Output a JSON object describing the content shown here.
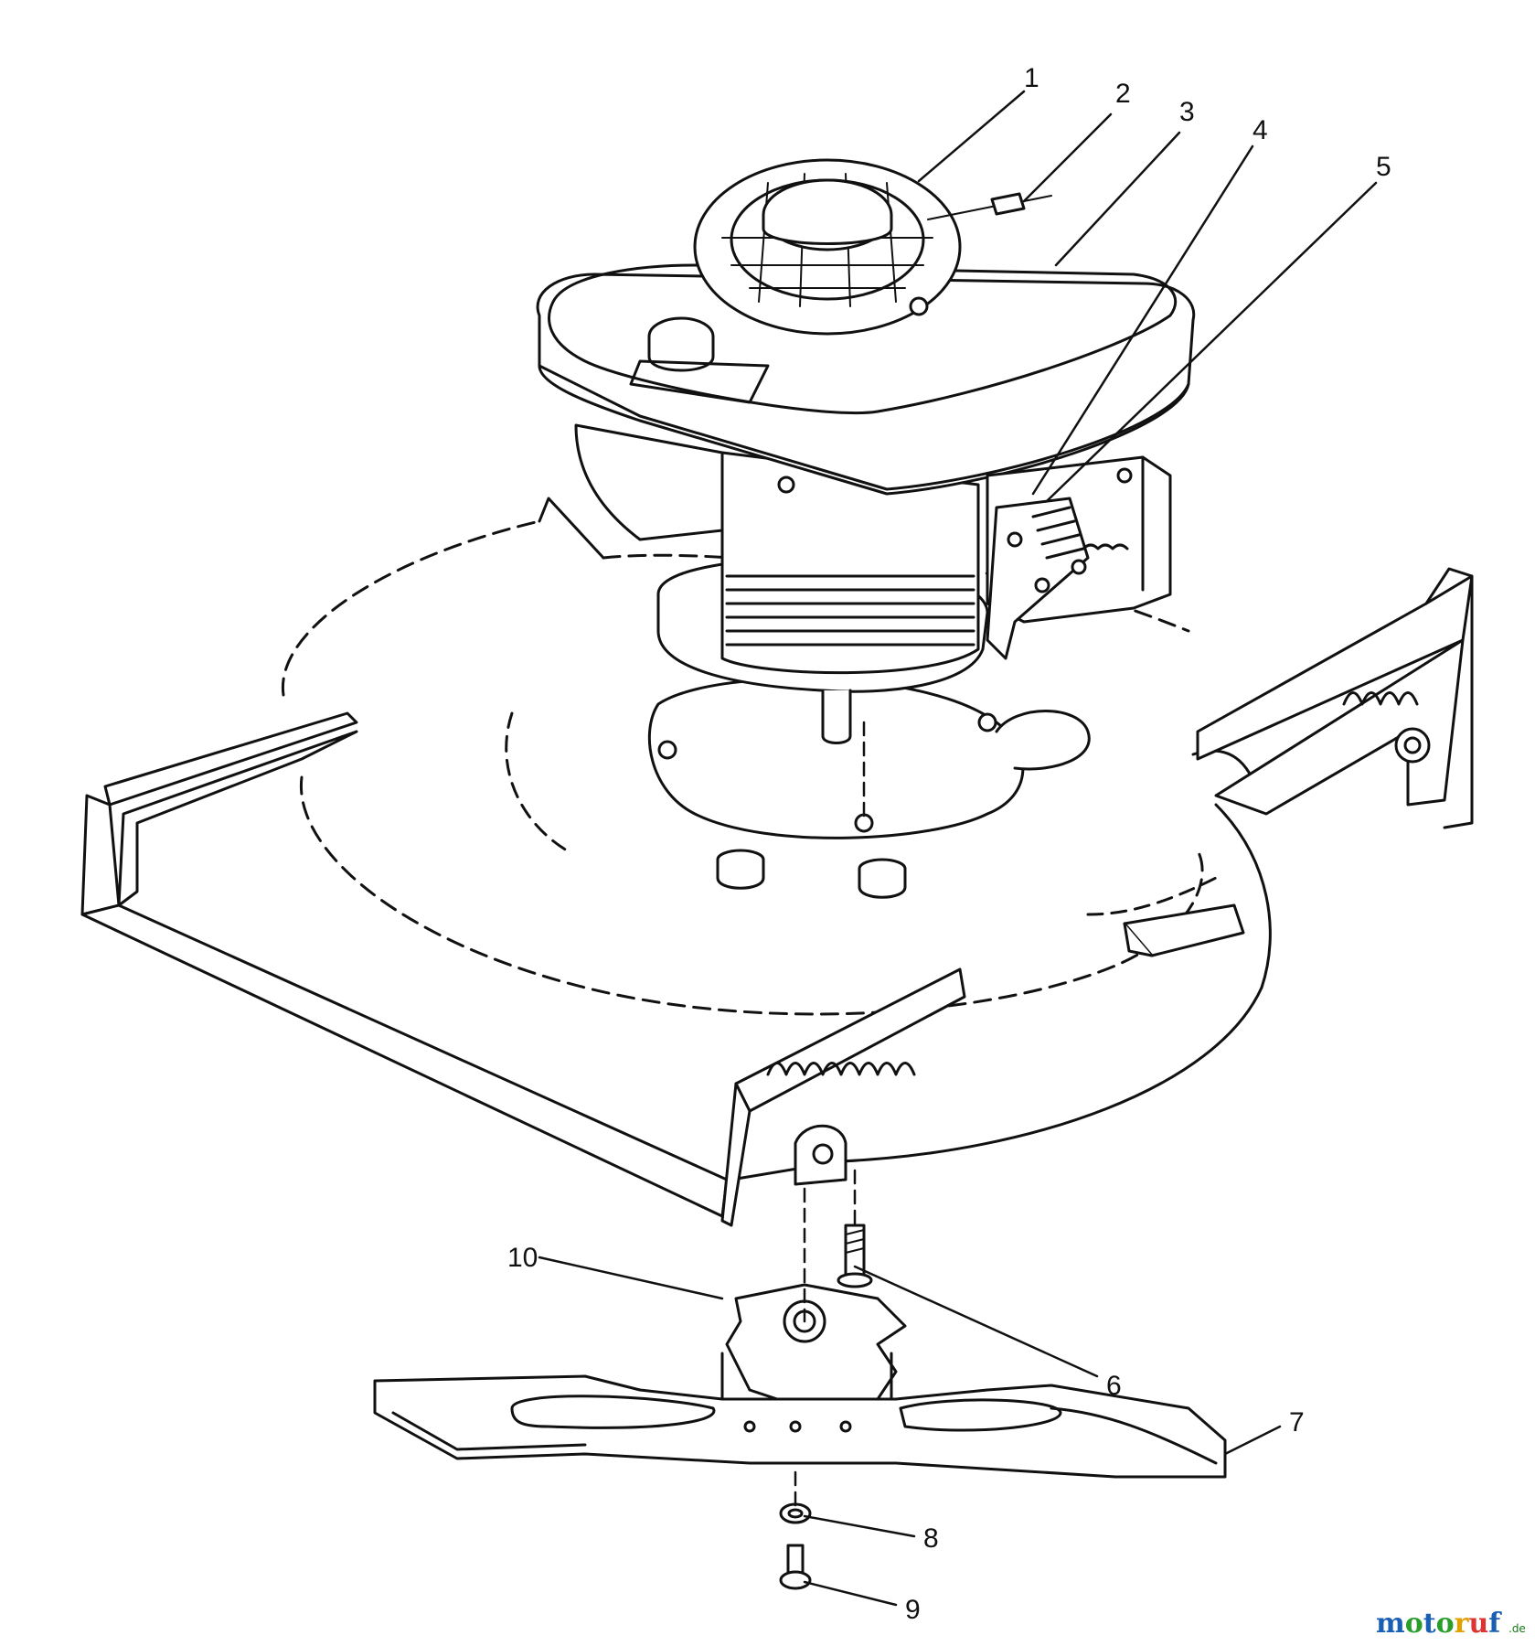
{
  "callouts": [
    {
      "id": "1",
      "label": "1"
    },
    {
      "id": "2",
      "label": "2"
    },
    {
      "id": "3",
      "label": "3"
    },
    {
      "id": "4",
      "label": "4"
    },
    {
      "id": "5",
      "label": "5"
    },
    {
      "id": "6",
      "label": "6"
    },
    {
      "id": "7",
      "label": "7"
    },
    {
      "id": "8",
      "label": "8"
    },
    {
      "id": "9",
      "label": "9"
    },
    {
      "id": "10",
      "label": "10"
    }
  ],
  "watermark": {
    "brand": "motoruf",
    "tld": ".de",
    "colors": [
      "#1a5fb4",
      "#2a9d2a",
      "#e0a000",
      "#d33"
    ]
  }
}
